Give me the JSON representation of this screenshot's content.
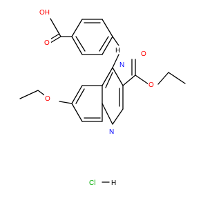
{
  "colors": {
    "oxygen": "#ff0000",
    "nitrogen": "#0000ff",
    "carbon": "#000000",
    "chlorine": "#00aa00",
    "background": "#ffffff"
  },
  "labels": {
    "carboxyl_oh": "OH",
    "carboxyl_h": "H",
    "carboxyl_o": "O",
    "carboxyl_o_dbl": "O",
    "amine_n": "N",
    "amine_h": "H",
    "ether_o": "O",
    "ester_o_dbl": "O",
    "ester_o": "O",
    "ring_n": "N",
    "salt_cl": "Cl",
    "salt_h": "H"
  }
}
